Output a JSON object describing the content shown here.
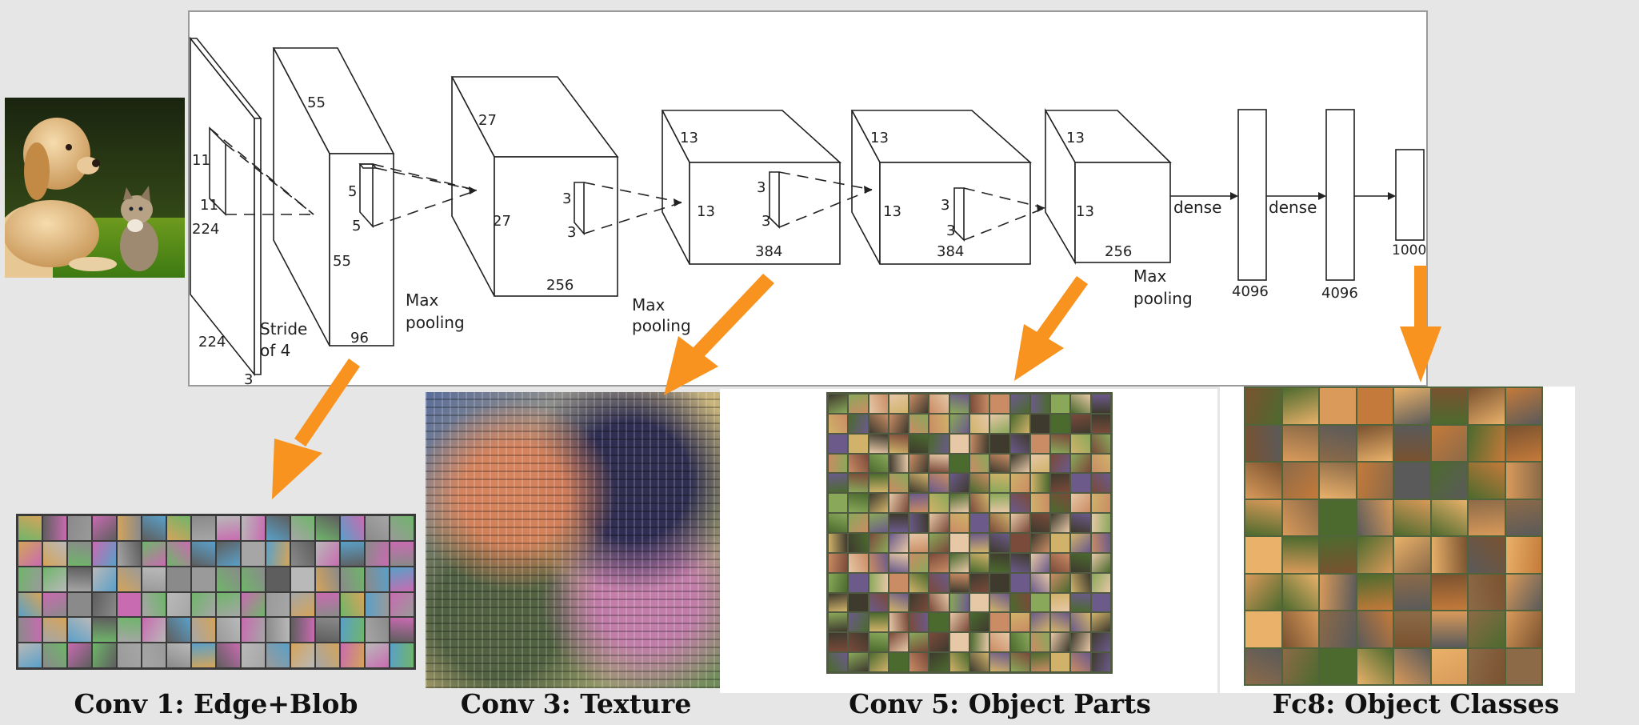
{
  "diagram": {
    "input_labels": {
      "kernel_h": "11",
      "kernel_w": "11",
      "height": "224",
      "width": "224",
      "depth": "3"
    },
    "stride_label_line1": "Stride",
    "stride_label_line2": "of 4",
    "conv1": {
      "top": "55",
      "side": "55",
      "kernel_h": "5",
      "kernel_w": "5",
      "depth": "96"
    },
    "conv2": {
      "top": "27",
      "side": "27",
      "kernel_h": "3",
      "kernel_w": "3",
      "depth": "256"
    },
    "conv3": {
      "top": "13",
      "side": "13",
      "kernel_h": "3",
      "kernel_w": "3",
      "depth": "384"
    },
    "conv4": {
      "top": "13",
      "side": "13",
      "kernel_h": "3",
      "kernel_w": "3",
      "depth": "384"
    },
    "conv5": {
      "top": "13",
      "side": "13",
      "depth": "256"
    },
    "pool1_line1": "Max",
    "pool1_line2": "pooling",
    "pool2_line1": "Max",
    "pool2_line2": "pooling",
    "pool3_line1": "Max",
    "pool3_line2": "pooling",
    "dense1_label": "dense",
    "dense2_label": "dense",
    "fc6_units": "4096",
    "fc7_units": "4096",
    "fc8_units": "1000"
  },
  "captions": {
    "conv1": "Conv 1: Edge+Blob",
    "conv3": "Conv 3: Texture",
    "conv5": "Conv 5: Object Parts",
    "fc8": "Fc8: Object Classes"
  },
  "colors": {
    "arrow": "#f7931e",
    "background": "#e6e6e6",
    "panel": "#ffffff",
    "line": "#222222"
  },
  "icons": {
    "input_photo": "puppy-and-kitten-photo",
    "conv1_viz": "edge-blob-filter-grid",
    "conv3_viz": "texture-feature-visualization",
    "conv5_viz": "object-parts-feature-grid",
    "fc8_viz": "object-class-feature-grid"
  }
}
